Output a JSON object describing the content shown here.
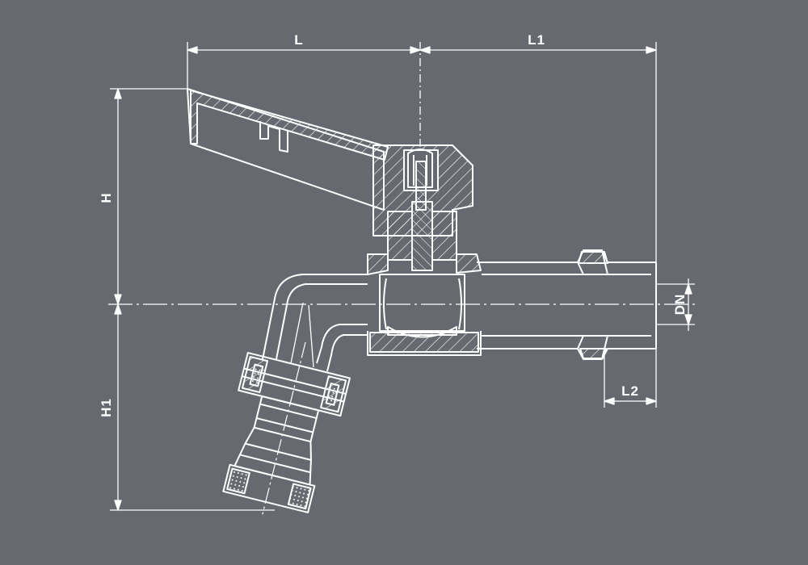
{
  "colors": {
    "background": "#666a70",
    "line": "#ffffff"
  },
  "dimensions": {
    "L": "L",
    "L1": "L1",
    "L2": "L2",
    "H": "H",
    "H1": "H1",
    "DN": "DN"
  }
}
